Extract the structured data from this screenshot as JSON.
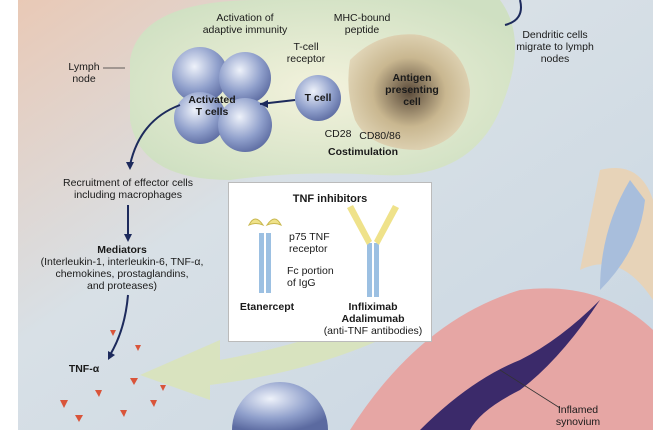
{
  "labels": {
    "activation": "Activation of\nadaptive immunity",
    "mhc": "MHC-bound\npeptide",
    "tcr": "T-cell\nreceptor",
    "lymph_node": "Lymph\nnode",
    "apc": "Antigen\npresenting\ncell",
    "activated_t": "Activated\nT cells",
    "t_cell": "T cell",
    "cd28": "CD28",
    "cd80": "CD80/86",
    "costim": "Costimulation",
    "dendritic": "Dendritic cells\nmigrate to lymph\nnodes",
    "recruitment": "Recruitment of effector cells\nincluding macrophages",
    "mediators_title": "Mediators",
    "mediators_list": "(Interleukin-1, interleukin-6, TNF-α,\nchemokines, prostaglandins,\nand proteases)",
    "tnf_alpha": "TNF-α",
    "inflamed": "Inflamed\nsynovium"
  },
  "inhibitors": {
    "title": "TNF inhibitors",
    "p75": "p75 TNF\nreceptor",
    "fc": "Fc portion\nof IgG",
    "etanercept": "Etanercept",
    "antibodies": "Infliximab\nAdalimumab",
    "antibodies_note": "(anti-TNF antibodies)"
  }
}
